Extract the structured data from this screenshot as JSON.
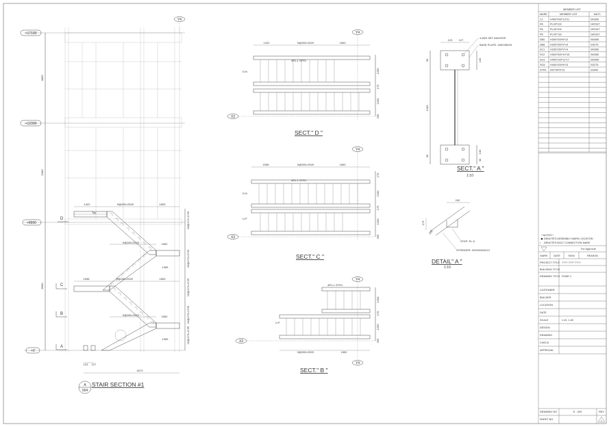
{
  "elevations": [
    "+17100",
    "+12300",
    "+8900",
    "+0"
  ],
  "level_dims": [
    "4800",
    "5400",
    "8900"
  ],
  "stair_section": {
    "title": "STAIR SECTION #1",
    "bubble_top": "A",
    "bubble_bottom": "004",
    "gridline": "Y4",
    "landing_marks": [
      "D",
      "C",
      "B",
      "A"
    ],
    "top_dims": [
      "1422",
      "9@280=2520",
      "1653"
    ],
    "mid_dims": [
      "9@280=2520",
      "1552",
      "1355",
      "1538",
      "9@280=2520",
      "1653",
      "9@280=2520",
      "1552",
      "1355"
    ],
    "right_dims": [
      "10@172=1725",
      "10@173=1725",
      "10@173=1725",
      "10@173=1725",
      "10@173=1735"
    ],
    "bottom_dims": [
      "123",
      "127",
      "4073"
    ],
    "typ_label": "Typ"
  },
  "sect_d": {
    "title": "SECT.\" D \"",
    "gridlines": [
      "Y4",
      "X3"
    ],
    "top_dims": [
      "1422",
      "9@280=2520",
      "1653"
    ],
    "right_dims": [
      "1200",
      "170",
      "1200",
      "265"
    ],
    "member_label": "4R1-1 STR1",
    "dir_label": "D.N"
  },
  "sect_c": {
    "title": "SECT.\" C \"",
    "gridlines": [
      "Y4",
      "X3"
    ],
    "top_dims": [
      "1538",
      "9@280=2520",
      "1653"
    ],
    "right_dims": [
      "170",
      "1200",
      "170",
      "1200",
      "265"
    ],
    "member_label": "4R1-1 STR1",
    "dir_labels": [
      "D.N",
      "U.P"
    ]
  },
  "sect_b": {
    "title": "SECT.\" B \"",
    "gridlines": [
      "Y4",
      "X3",
      "Y4"
    ],
    "bottom_dims": [
      "9@280=2520",
      "1552"
    ],
    "right_dims": [
      "1200",
      "170",
      "1200",
      "265"
    ],
    "member_label": "4R1-1 STR1",
    "dir_label": "U.P"
  },
  "sect_a": {
    "title": "SECT.\" A \"",
    "scale": "1:10",
    "anchor_label": "4-M20 SET ANCHOR",
    "plate_label": "BASE PLATE: 450X250X9",
    "top_dims": [
      "123",
      "127"
    ],
    "side_dims": [
      "90",
      "130",
      "1200",
      "130",
      "40",
      "90"
    ]
  },
  "detail_a": {
    "title": "DETAIL\" A \"",
    "scale": "1:10",
    "dim_top": "240",
    "dim_side": [
      "173",
      "280"
    ],
    "step_label": "STEP: PL.5",
    "stringer_label": "STRINGER: 200X90X8X13"
  },
  "member_list": {
    "header": "MEMBER LIST",
    "columns": [
      "MARK",
      "MEMBER LIST",
      "MAT'L"
    ],
    "rows": [
      [
        "C1",
        "H400*400*13*21",
        "SM355"
      ],
      [
        "PA",
        "PL40*100",
        "GROUT"
      ],
      [
        "PA",
        "PL40*100",
        "GROUT"
      ],
      [
        "PA",
        "PL40*730",
        "GROUT"
      ],
      [
        "SB0",
        "H300*200*8*12",
        "SM355"
      ],
      [
        "SB8",
        "H250*250*9*14",
        "SS275"
      ],
      [
        "SC1",
        "H250*250*9*14",
        "SM355"
      ],
      [
        "SC2",
        "H300*300*10*15",
        "SM355"
      ],
      [
        "SG1",
        "H400*200*11*17",
        "SM355"
      ],
      [
        "SG5",
        "H400*200*8*13",
        "SS275"
      ],
      [
        "STR1",
        "200*90*8*13",
        "SS400"
      ]
    ]
  },
  "notes": {
    "title": "* NOTES *",
    "items": [
      "DENOTES ASSEMBLY MARK LOCATION",
      "DENOTES BOLT CONNECTION MARK"
    ]
  },
  "revision": {
    "status": "For Approval",
    "headers": [
      "MARK",
      "DATE",
      "SIGN",
      "REASON"
    ]
  },
  "title_block": [
    {
      "label": "PROJECT TITLE",
      "value": "???? ???? ????"
    },
    {
      "label": "BUILDING TITLE",
      "value": ""
    },
    {
      "label": "DRAWING TITLE",
      "value": "STAIR 1"
    },
    {
      "label": "CUSTOMER",
      "value": ""
    },
    {
      "label": "BUILDER",
      "value": ""
    },
    {
      "label": "LOCATION",
      "value": ""
    },
    {
      "label": "DATE",
      "value": ""
    },
    {
      "label": "SCALE",
      "value": "1:10, 1:40"
    },
    {
      "label": "DESIGN",
      "value": ""
    },
    {
      "label": "DRAWING",
      "value": ""
    },
    {
      "label": "CHECK",
      "value": ""
    },
    {
      "label": "APPROVAL",
      "value": ""
    }
  ],
  "drawing_no_label": "DRAWING NO",
  "drawing_no": "E - 003",
  "rev_label": "REV",
  "sheet_no_label": "SHEET NO",
  "rev_mark": "1"
}
